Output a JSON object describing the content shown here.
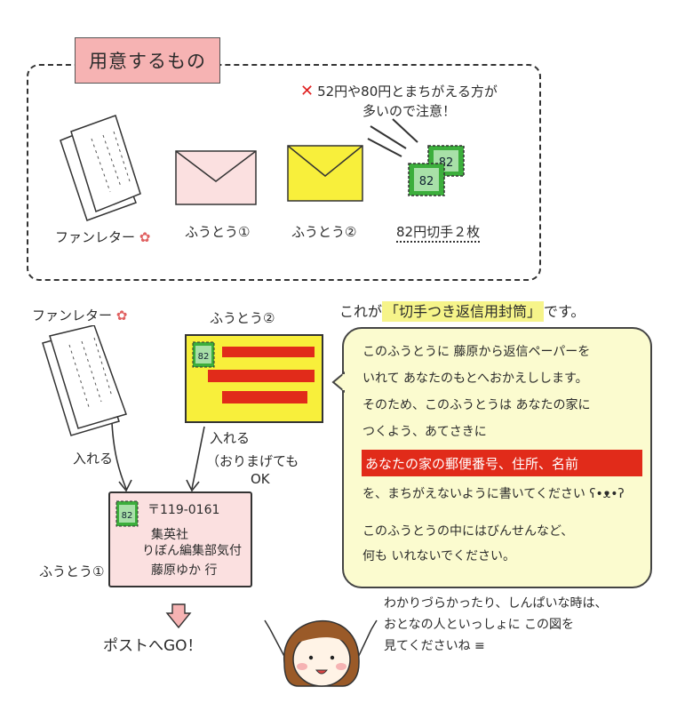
{
  "title": "用意するもの",
  "warning": {
    "line1": "52円や80円とまちがえる方が",
    "line2": "多いので注意！"
  },
  "items": {
    "fan_letter": "ファンレター",
    "envelope1": "ふうとう①",
    "envelope2": "ふうとう②",
    "stamps": "82円切手２枚"
  },
  "stamp_value": "82",
  "diagram": {
    "fan_letter": "ファンレター",
    "envelope2": "ふうとう②",
    "insert1": "入れる",
    "insert2": "入れる",
    "fold_note_1": "（おりまげても",
    "fold_note_2": "OK",
    "envelope1": "ふうとう①",
    "post": "ポストへGO！"
  },
  "address": {
    "postal": "〒119-0161",
    "line1": "集英社",
    "line2": "りぼん編集部気付",
    "line3": "藤原ゆか 行"
  },
  "speech": {
    "title_prefix": "これが",
    "title_highlight": "「切手つき返信用封筒」",
    "title_suffix": "です。",
    "p1": "このふうとうに 藤原から返信ペーパーを",
    "p2": "いれて あなたのもとへおかえしします。",
    "p3": "そのため、このふうとうは あなたの家に",
    "p4": "つくよう、あてさきに",
    "red": "あなたの家の郵便番号、住所、名前",
    "p5": "を、まちがえないように書いてください",
    "p6": "このふうとうの中にはびんせんなど、",
    "p7": "何も いれないでください。"
  },
  "bottom_note": {
    "l1": "わかりづらかったり、しんぱいな時は、",
    "l2": "おとなの人といっしょに この図を",
    "l3": "見てくださいね ≡"
  },
  "colors": {
    "pink": "#f6b3b3",
    "yellow": "#f8ef3b",
    "red": "#e12b1a",
    "stamp_green": "#3cae3c",
    "cream": "#fbfbcf"
  }
}
